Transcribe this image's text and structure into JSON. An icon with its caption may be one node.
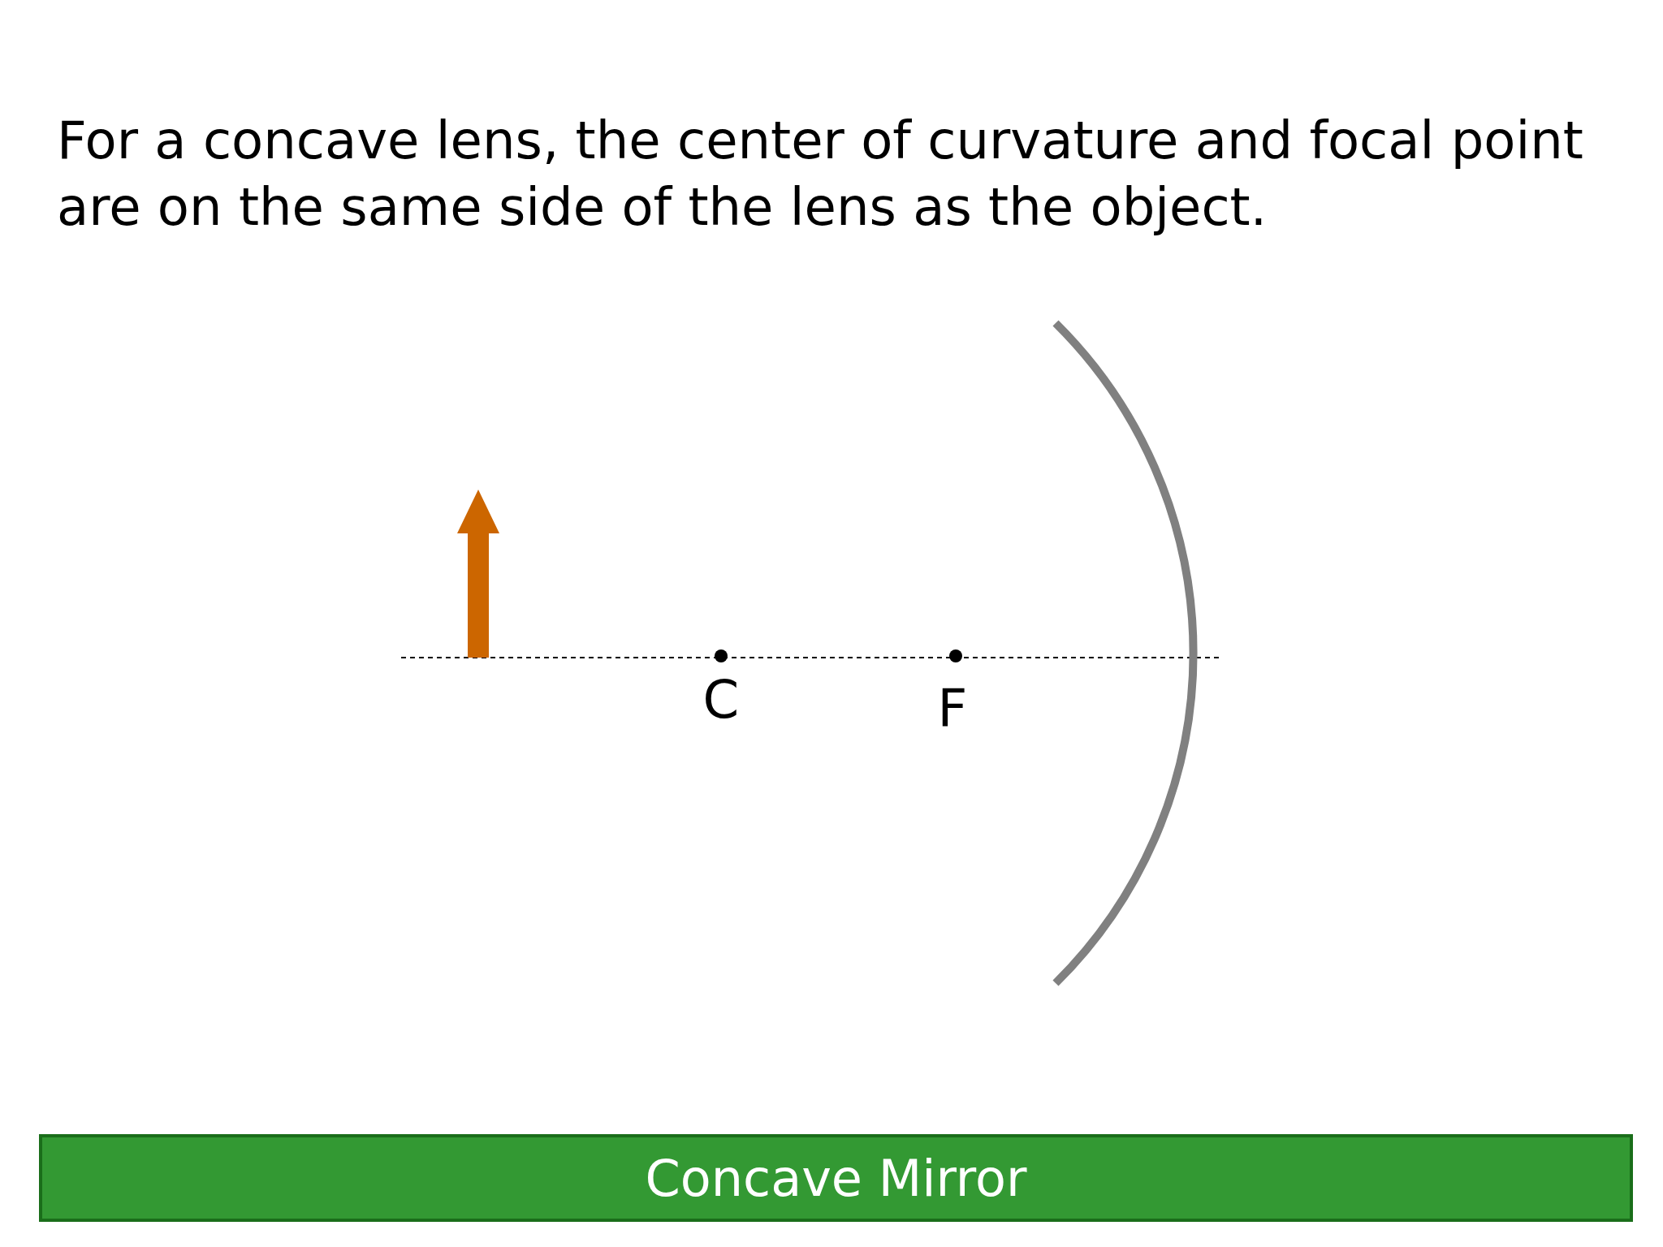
{
  "diagram": {
    "title": "For a concave lens, the center of curvature and focal point are on the same side of the lens as the object.",
    "nodes": [
      {
        "text": [
          "Concave Mirror"
        ]
      }
    ],
    "labels": [
      "C",
      "F"
    ]
  }
}
